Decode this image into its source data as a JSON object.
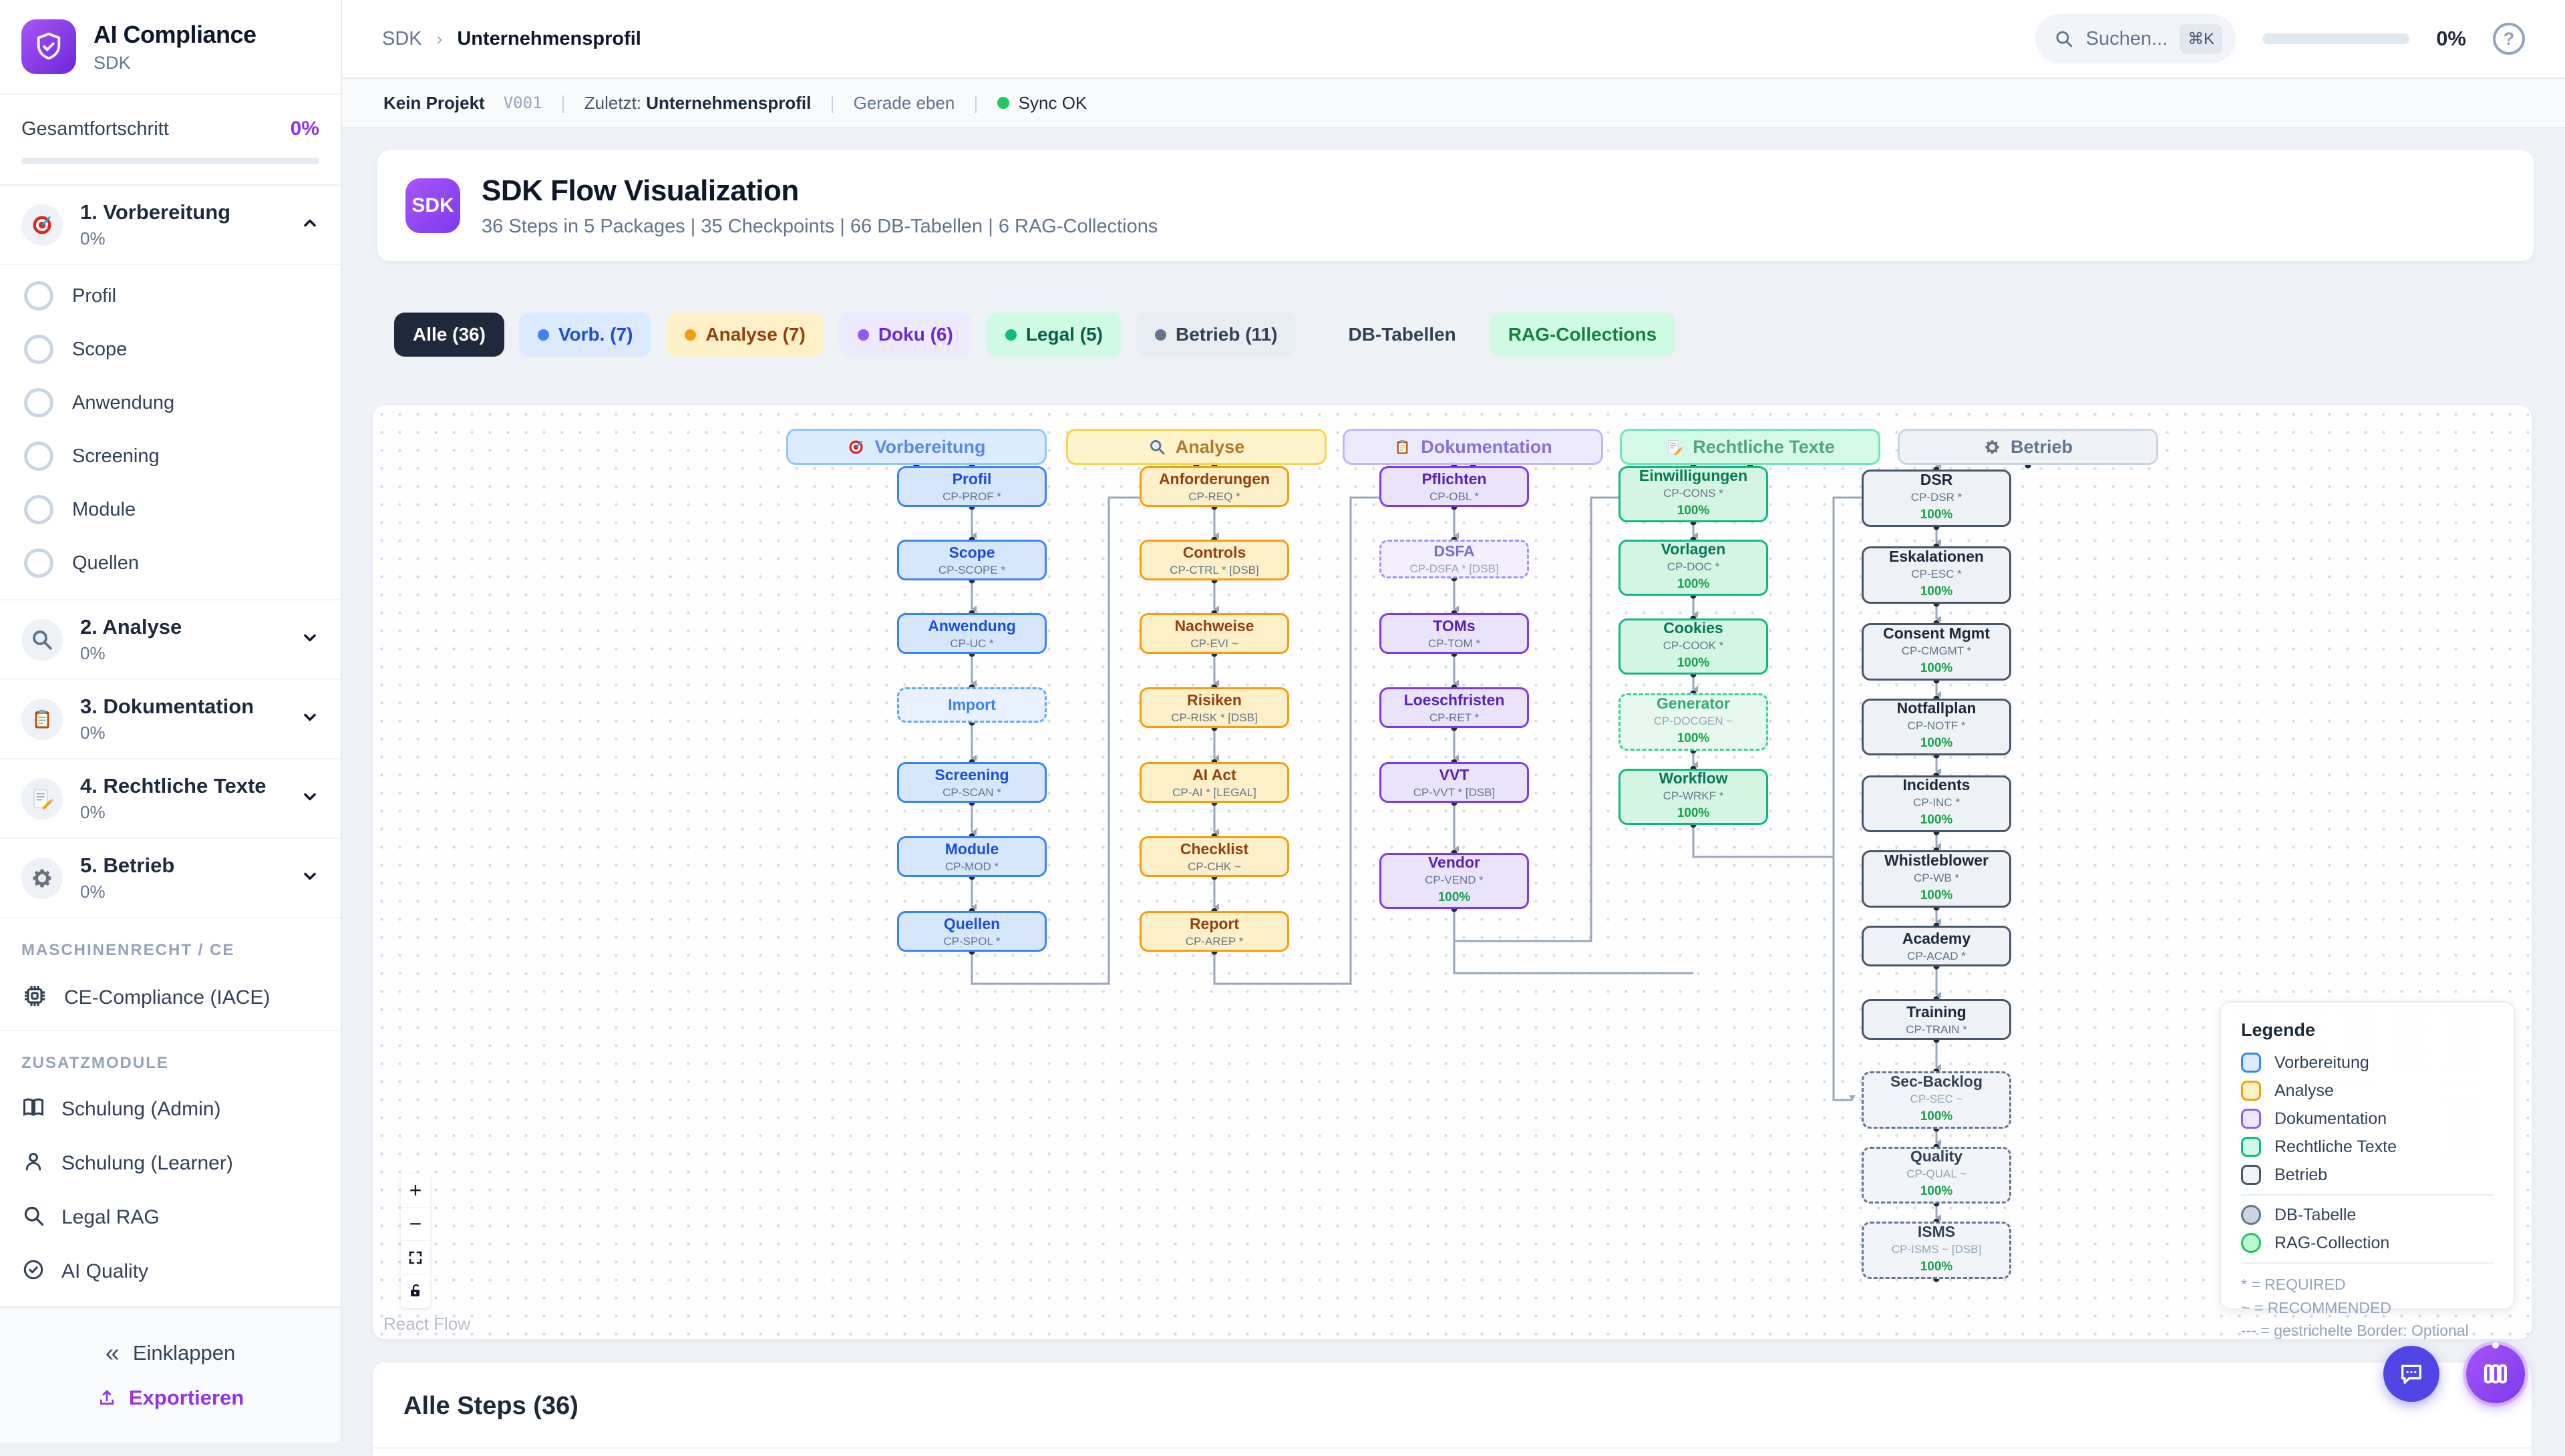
{
  "app": {
    "name": "AI Compliance",
    "subtitle": "SDK"
  },
  "colors": {
    "accent": "#7c3aed",
    "progress_green": "#22c55e",
    "sync_green": "#22c55e"
  },
  "sidebar": {
    "overall_label": "Gesamtfortschritt",
    "overall_value": "0%",
    "phases": [
      {
        "label": "1. Vorbereitung",
        "pct": "0%",
        "icon": "target-icon",
        "expanded": true,
        "steps": [
          "Profil",
          "Scope",
          "Anwendung",
          "Screening",
          "Module",
          "Quellen"
        ]
      },
      {
        "label": "2. Analyse",
        "pct": "0%",
        "icon": "magnifier-icon"
      },
      {
        "label": "3. Dokumentation",
        "pct": "0%",
        "icon": "clipboard-icon"
      },
      {
        "label": "4. Rechtliche Texte",
        "pct": "0%",
        "icon": "memo-icon"
      },
      {
        "label": "5. Betrieb",
        "pct": "0%",
        "icon": "gear-icon"
      }
    ],
    "section_machine": "MASCHINENRECHT / CE",
    "ce_item": {
      "label": "CE-Compliance (IACE)",
      "icon": "chip-icon"
    },
    "section_modules": "ZUSATZMODULE",
    "modules": [
      {
        "label": "Schulung (Admin)",
        "icon": "book-icon"
      },
      {
        "label": "Schulung (Learner)",
        "icon": "person-icon"
      },
      {
        "label": "Legal RAG",
        "icon": "search-icon"
      },
      {
        "label": "AI Quality",
        "icon": "check-circle-icon"
      }
    ],
    "collapse_label": "Einklappen",
    "export_label": "Exportieren"
  },
  "topbar": {
    "breadcrumb_root": "SDK",
    "breadcrumb_current": "Unternehmensprofil",
    "search_placeholder": "Suchen...",
    "search_kbd": "⌘K",
    "progress": "0%"
  },
  "statusbar": {
    "project": "Kein Projekt",
    "version": "V001",
    "last_label": "Zuletzt:",
    "last_value": "Unternehmensprofil",
    "time": "Gerade eben",
    "sync": "Sync OK"
  },
  "hero": {
    "badge": "SDK",
    "title": "SDK Flow Visualization",
    "subtitle": "36 Steps in 5 Packages | 35 Checkpoints | 66 DB-Tabellen | 6 RAG-Collections"
  },
  "filters": [
    {
      "label": "Alle (36)",
      "style": "all"
    },
    {
      "label": "Vorb. (7)",
      "style": "blue",
      "dot": true
    },
    {
      "label": "Analyse (7)",
      "style": "yellow",
      "dot": true
    },
    {
      "label": "Doku (6)",
      "style": "purple",
      "dot": true
    },
    {
      "label": "Legal (5)",
      "style": "green",
      "dot": true
    },
    {
      "label": "Betrieb (11)",
      "style": "gray",
      "dot": true
    },
    {
      "label": "DB-Tabellen",
      "style": "db"
    },
    {
      "label": "RAG-Collections",
      "style": "rag"
    }
  ],
  "flow": {
    "packages": [
      {
        "label": "Vorbereitung",
        "icon": "target-icon",
        "color": "blue",
        "steps": [
          {
            "title": "Profil",
            "code": "CP-PROF *"
          },
          {
            "title": "Scope",
            "code": "CP-SCOPE *"
          },
          {
            "title": "Anwendung",
            "code": "CP-UC *"
          },
          {
            "title": "Import",
            "dashed": true
          },
          {
            "title": "Screening",
            "code": "CP-SCAN *"
          },
          {
            "title": "Module",
            "code": "CP-MOD *"
          },
          {
            "title": "Quellen",
            "code": "CP-SPOL *"
          }
        ]
      },
      {
        "label": "Analyse",
        "icon": "magnifier-icon",
        "color": "yellow",
        "steps": [
          {
            "title": "Anforderungen",
            "code": "CP-REQ *"
          },
          {
            "title": "Controls",
            "code": "CP-CTRL * [DSB]"
          },
          {
            "title": "Nachweise",
            "code": "CP-EVI ~"
          },
          {
            "title": "Risiken",
            "code": "CP-RISK * [DSB]"
          },
          {
            "title": "AI Act",
            "code": "CP-AI * [LEGAL]"
          },
          {
            "title": "Checklist",
            "code": "CP-CHK ~"
          },
          {
            "title": "Report",
            "code": "CP-AREP *"
          }
        ]
      },
      {
        "label": "Dokumentation",
        "icon": "clipboard-icon",
        "color": "purple",
        "steps": [
          {
            "title": "Pflichten",
            "code": "CP-OBL *"
          },
          {
            "title": "DSFA",
            "code": "CP-DSFA * [DSB]",
            "dashed": true
          },
          {
            "title": "TOMs",
            "code": "CP-TOM *"
          },
          {
            "title": "Loeschfristen",
            "code": "CP-RET *"
          },
          {
            "title": "VVT",
            "code": "CP-VVT * [DSB]"
          },
          {
            "title": "Vendor",
            "code": "CP-VEND *",
            "progress": "100%"
          }
        ]
      },
      {
        "label": "Rechtliche Texte",
        "icon": "memo-icon",
        "color": "green",
        "steps": [
          {
            "title": "Einwilligungen",
            "code": "CP-CONS *",
            "progress": "100%"
          },
          {
            "title": "Vorlagen",
            "code": "CP-DOC *",
            "progress": "100%"
          },
          {
            "title": "Cookies",
            "code": "CP-COOK *",
            "progress": "100%"
          },
          {
            "title": "Generator",
            "code": "CP-DOCGEN ~",
            "progress": "100%",
            "dashed": true
          },
          {
            "title": "Workflow",
            "code": "CP-WRKF *",
            "progress": "100%"
          }
        ]
      },
      {
        "label": "Betrieb",
        "icon": "gear-icon",
        "color": "gray",
        "steps": [
          {
            "title": "DSR",
            "code": "CP-DSR *",
            "progress": "100%"
          },
          {
            "title": "Eskalationen",
            "code": "CP-ESC *",
            "progress": "100%"
          },
          {
            "title": "Consent Mgmt",
            "code": "CP-CMGMT *",
            "progress": "100%"
          },
          {
            "title": "Notfallplan",
            "code": "CP-NOTF *",
            "progress": "100%"
          },
          {
            "title": "Incidents",
            "code": "CP-INC *",
            "progress": "100%"
          },
          {
            "title": "Whistleblower",
            "code": "CP-WB *",
            "progress": "100%"
          },
          {
            "title": "Academy",
            "code": "CP-ACAD *"
          },
          {
            "title": "Training",
            "code": "CP-TRAIN *"
          },
          {
            "title": "Sec-Backlog",
            "code": "CP-SEC ~",
            "progress": "100%",
            "dashed": true
          },
          {
            "title": "Quality",
            "code": "CP-QUAL ~",
            "progress": "100%",
            "dashed": true
          },
          {
            "title": "ISMS",
            "code": "CP-ISMS ~ [DSB]",
            "progress": "100%",
            "dashed": true
          }
        ]
      }
    ],
    "attribution": "React Flow"
  },
  "legend": {
    "title": "Legende",
    "packages": [
      {
        "label": "Vorbereitung",
        "style": "sw-blue"
      },
      {
        "label": "Analyse",
        "style": "sw-yellow"
      },
      {
        "label": "Dokumentation",
        "style": "sw-purple"
      },
      {
        "label": "Rechtliche Texte",
        "style": "sw-green"
      },
      {
        "label": "Betrieb",
        "style": "sw-gray"
      }
    ],
    "shapes": [
      {
        "label": "DB-Tabelle",
        "style": "ci-db"
      },
      {
        "label": "RAG-Collection",
        "style": "ci-rag"
      }
    ],
    "notes": [
      "* = REQUIRED",
      "~ = RECOMMENDED",
      "--- = gestrichelte Border: Optional"
    ]
  },
  "steps_panel": {
    "title": "Alle Steps (36)"
  }
}
